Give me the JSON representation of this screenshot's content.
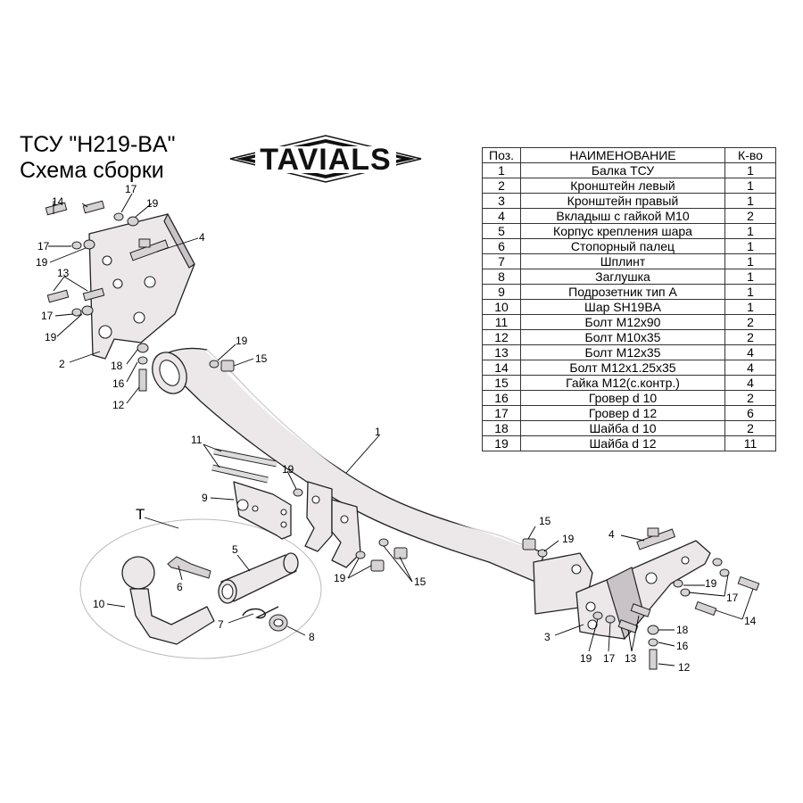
{
  "title": {
    "line1": "ТСУ  \"H219-BA\"",
    "line2": "Схема сборки"
  },
  "logo": {
    "text": "TAVIALS"
  },
  "table": {
    "headers": {
      "num": "Поз.",
      "name": "НАИМЕНОВАНИЕ",
      "qty": "К-во"
    },
    "rows": [
      {
        "num": "1",
        "name": "Балка ТСУ",
        "qty": "1"
      },
      {
        "num": "2",
        "name": "Кронштейн левый",
        "qty": "1"
      },
      {
        "num": "3",
        "name": "Кронштейн правый",
        "qty": "1"
      },
      {
        "num": "4",
        "name": "Вкладыш с гайкой М10",
        "qty": "2"
      },
      {
        "num": "5",
        "name": "Корпус крепления шара",
        "qty": "1"
      },
      {
        "num": "6",
        "name": "Стопорный палец",
        "qty": "1"
      },
      {
        "num": "7",
        "name": "Шплинт",
        "qty": "1"
      },
      {
        "num": "8",
        "name": "Заглушка",
        "qty": "1"
      },
      {
        "num": "9",
        "name": "Подрозетник тип А",
        "qty": "1"
      },
      {
        "num": "10",
        "name": "Шар SH19BA",
        "qty": "1"
      },
      {
        "num": "11",
        "name": "Болт М12х90",
        "qty": "2"
      },
      {
        "num": "12",
        "name": "Болт М10х35",
        "qty": "2"
      },
      {
        "num": "13",
        "name": "Болт М12х35",
        "qty": "4"
      },
      {
        "num": "14",
        "name": "Болт М12х1.25х35",
        "qty": "4"
      },
      {
        "num": "15",
        "name": "Гайка М12(с.контр.)",
        "qty": "4"
      },
      {
        "num": "16",
        "name": "Гровер d 10",
        "qty": "2"
      },
      {
        "num": "17",
        "name": "Гровер d 12",
        "qty": "6"
      },
      {
        "num": "18",
        "name": "Шайба d 10",
        "qty": "2"
      },
      {
        "num": "19",
        "name": "Шайба d 12",
        "qty": "11"
      }
    ]
  },
  "callouts": {
    "p1": "1",
    "p2": "2",
    "p3": "3",
    "p4": "4",
    "p5": "5",
    "p6": "6",
    "p7": "7",
    "p8": "8",
    "p9": "9",
    "p10": "10",
    "p11": "11",
    "p12": "12",
    "p13": "13",
    "p14": "14",
    "p15": "15",
    "p16": "16",
    "p17": "17",
    "p18": "18",
    "p19": "19",
    "T": "T"
  },
  "colors": {
    "part_fill": "#ece8ea",
    "outline": "#222222"
  }
}
